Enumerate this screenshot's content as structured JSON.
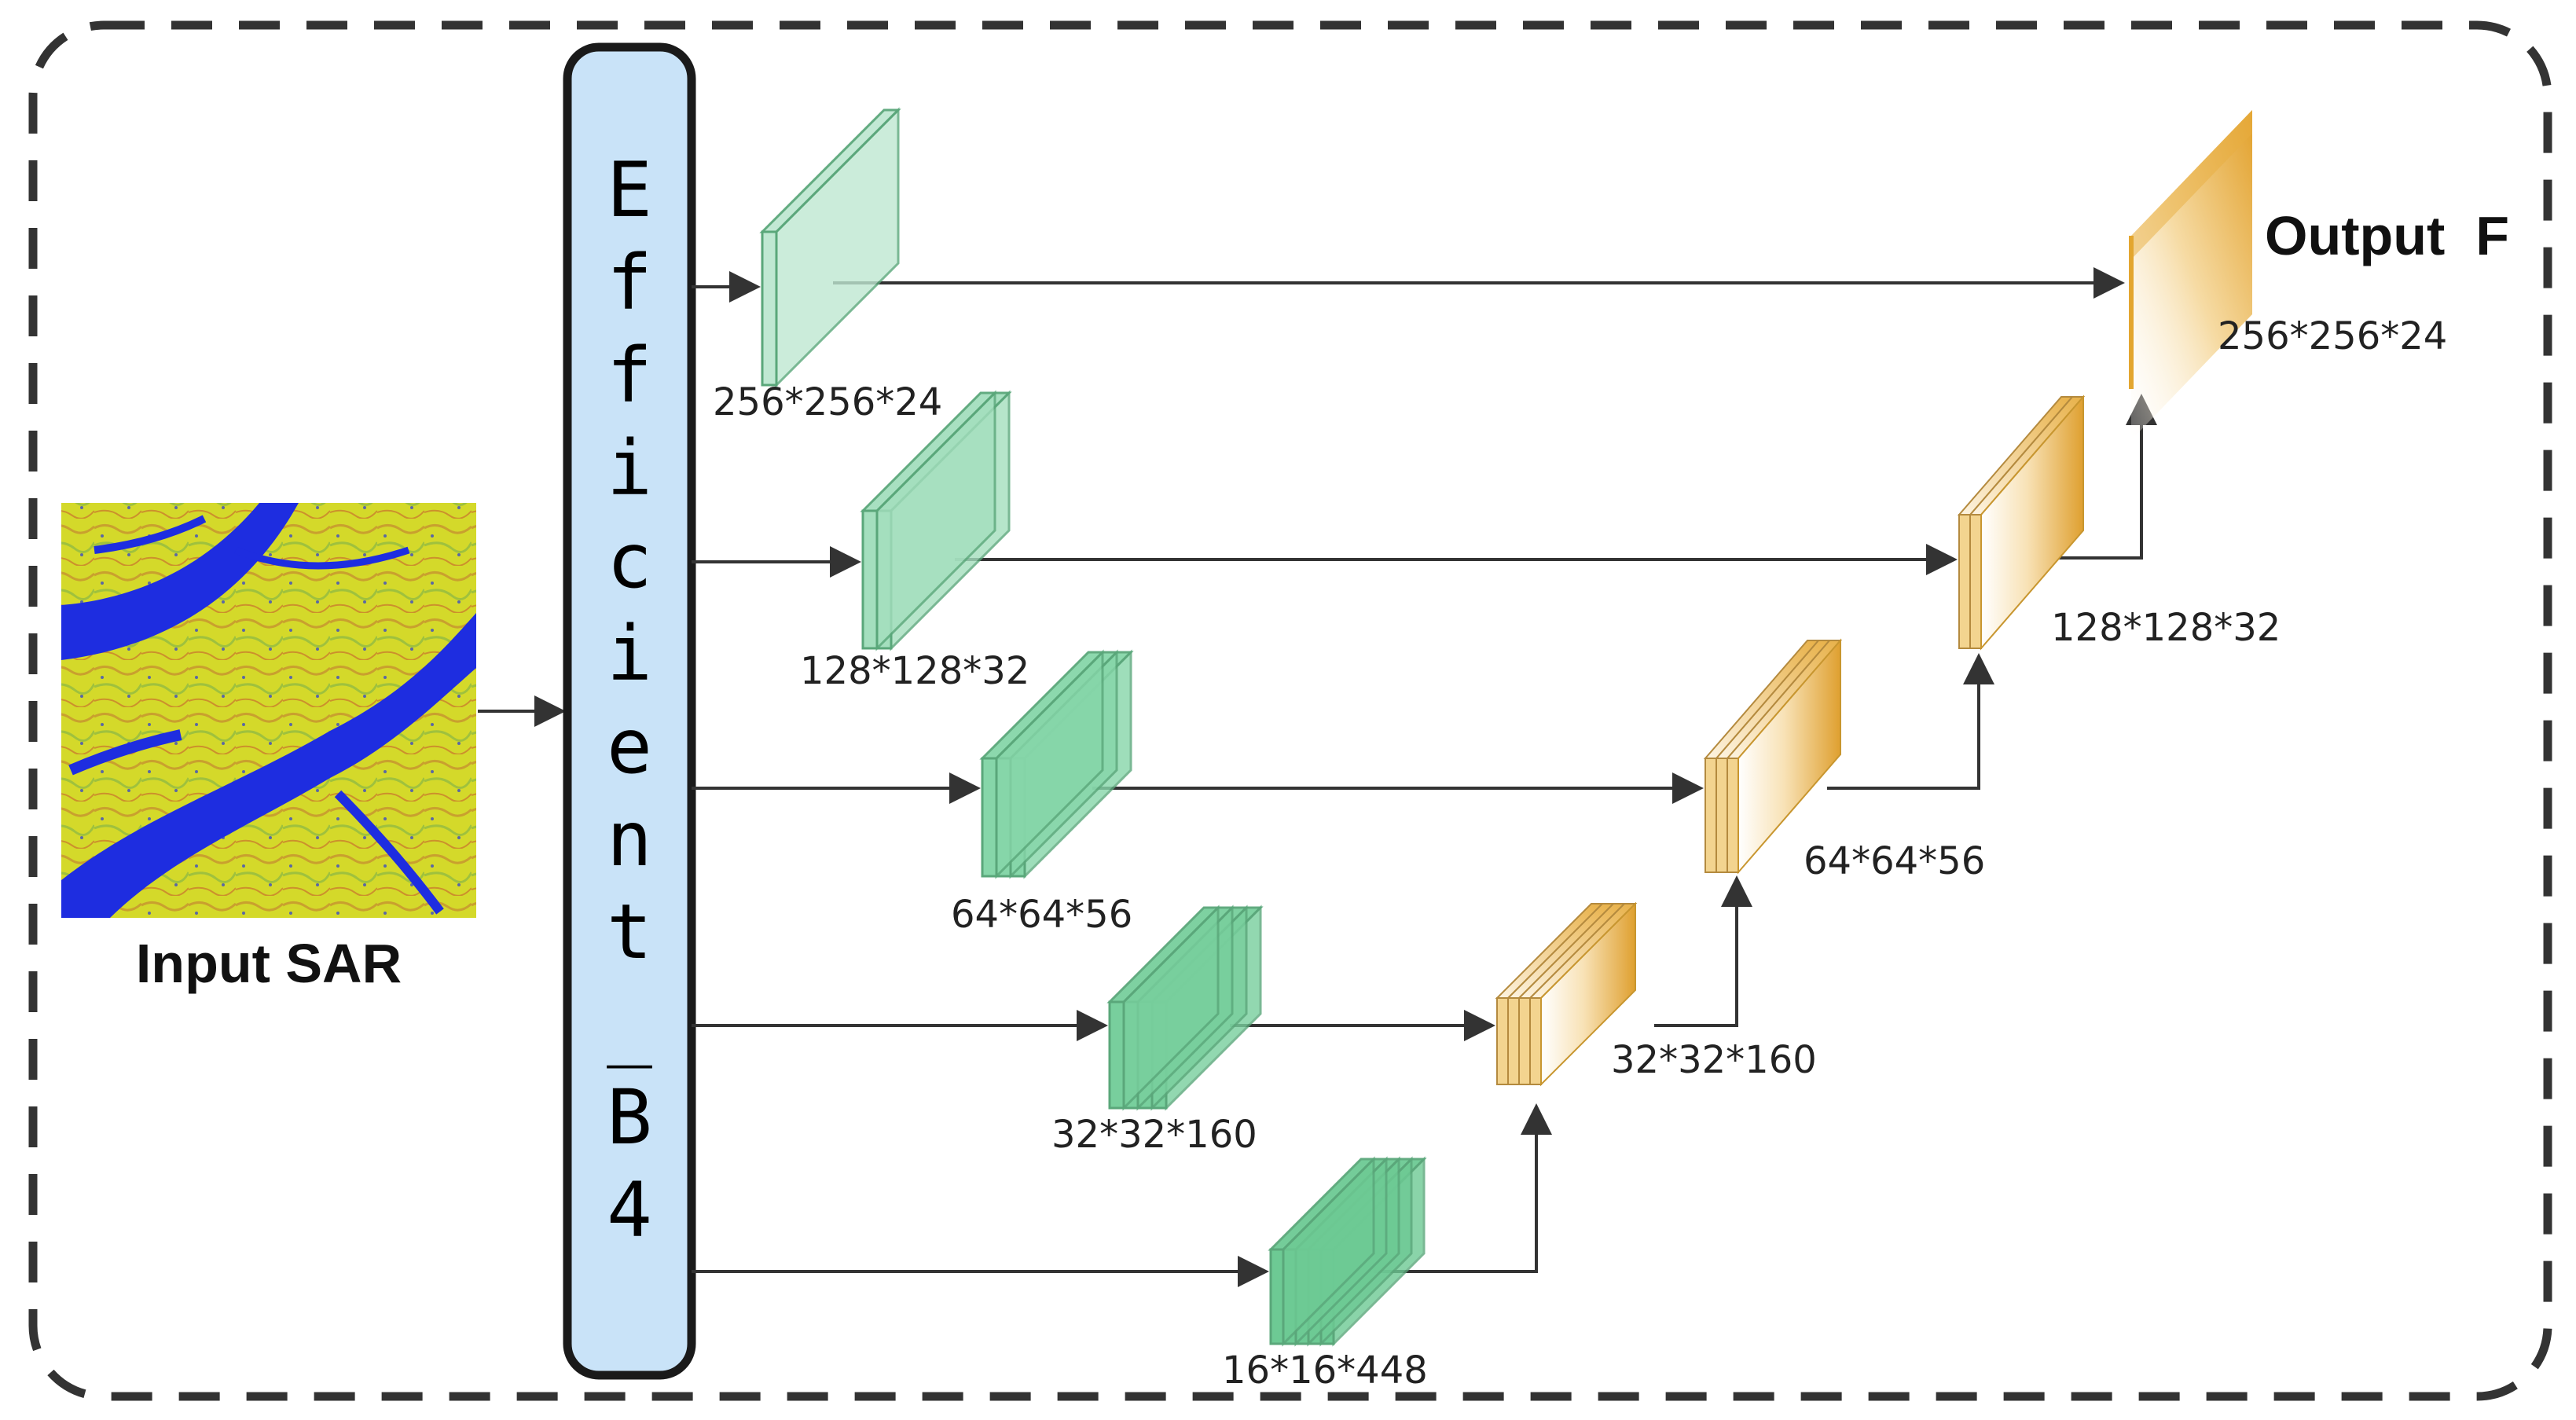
{
  "backbone": {
    "label": "Efficient_B4"
  },
  "input": {
    "label": "Input SAR"
  },
  "output": {
    "label": "Output  F",
    "dims": "256*256*24"
  },
  "encoder": [
    {
      "dims": "256*256*24",
      "slices": 1,
      "color": "#bfe8d2"
    },
    {
      "dims": "128*128*32",
      "slices": 2,
      "color": "#a4dfbe"
    },
    {
      "dims": "64*64*56",
      "slices": 3,
      "color": "#86d6a9"
    },
    {
      "dims": "32*32*160",
      "slices": 4,
      "color": "#78cf9d"
    },
    {
      "dims": "16*16*448",
      "slices": 5,
      "color": "#6dca94"
    }
  ],
  "decoder": [
    {
      "dims": "32*32*160",
      "slices": 4
    },
    {
      "dims": "64*64*56",
      "slices": 3
    },
    {
      "dims": "128*128*32",
      "slices": 2
    }
  ],
  "colors": {
    "backbone_fill": "#c9e3f8",
    "decoder_accent": "#e3a62f",
    "water": "#1e2de0",
    "land": "#d8dc2a"
  }
}
